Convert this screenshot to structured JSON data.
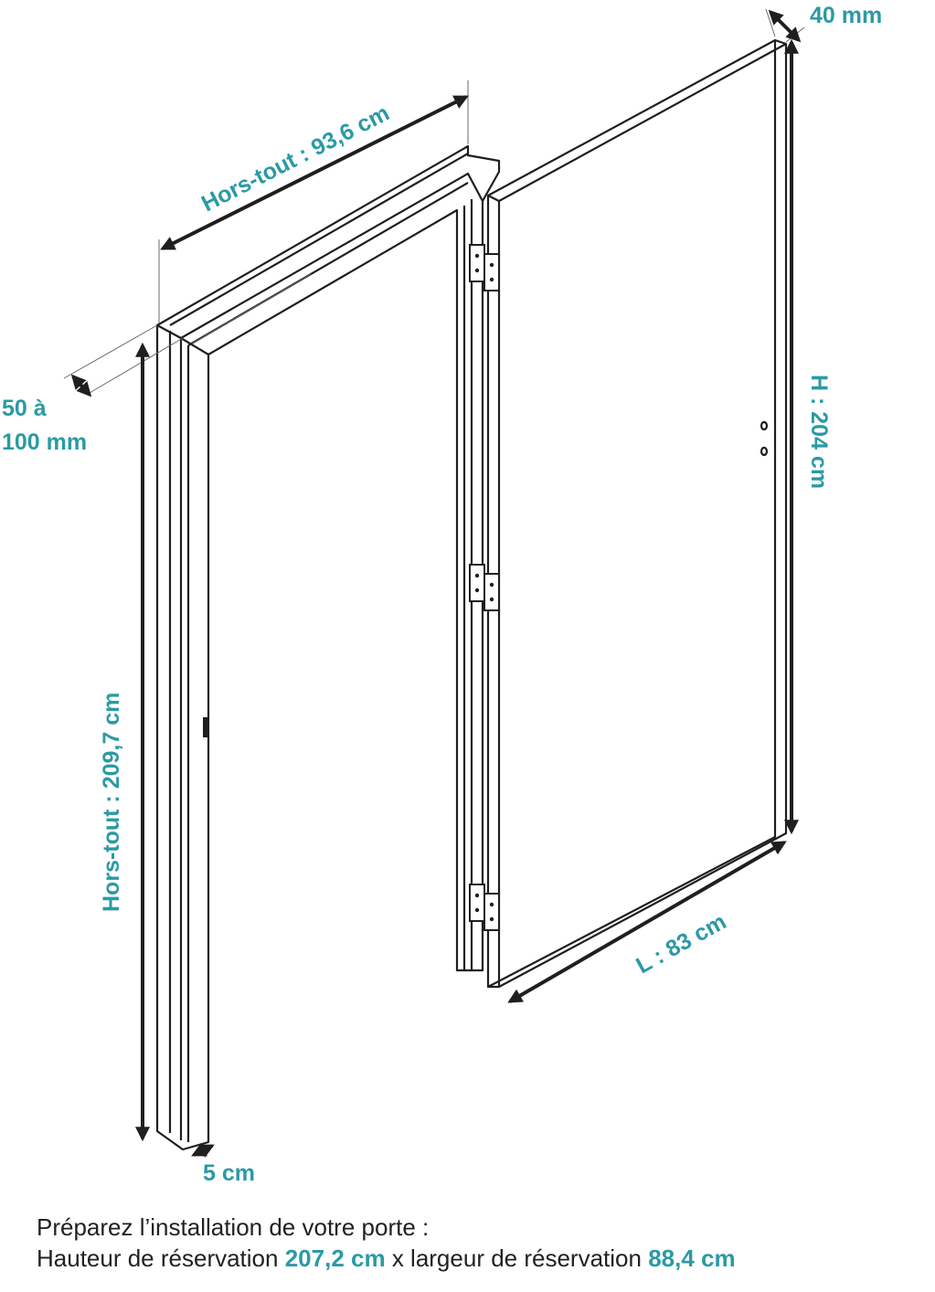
{
  "dimensions": {
    "door_thickness": "40 mm",
    "frame_width_total": "Hors-tout : 93,6 cm",
    "wall_depth_line1": "50 à",
    "wall_depth_line2": "100 mm",
    "door_height": "H : 204 cm",
    "frame_height_total": "Hors-tout : 209,7 cm",
    "door_width": "L : 83 cm",
    "frame_jamb": "5 cm"
  },
  "caption": {
    "line1": "Préparez l’installation de votre porte :",
    "line2_prefix": "Hauteur de réservation ",
    "height_value": "207,2 cm",
    "line2_middle": " x largeur de réservation ",
    "width_value": "88,4 cm"
  },
  "colors": {
    "accent": "#2b9aa5",
    "ink": "#1f1f1f"
  }
}
